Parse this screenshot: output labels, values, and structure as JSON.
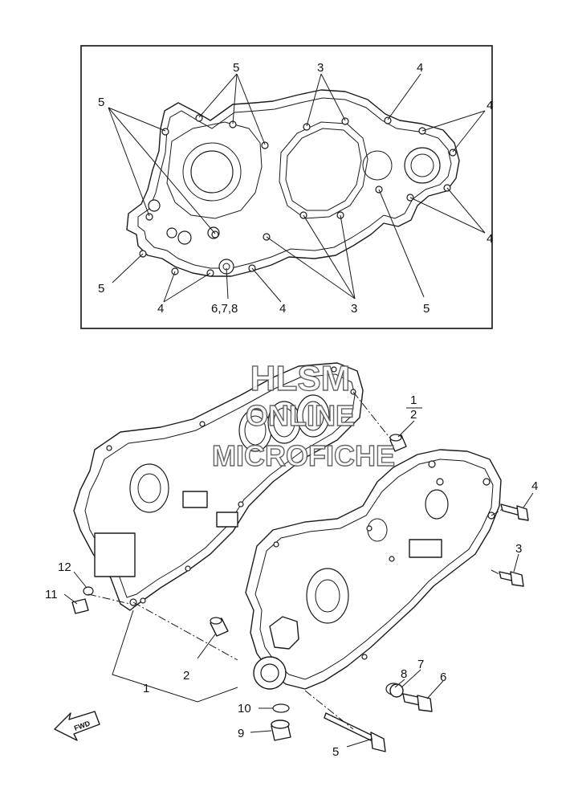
{
  "watermark": {
    "line1": "HLSM",
    "line2": "ONLINE",
    "line3": "MICROFICHE"
  },
  "fwd_label": "FWD",
  "callouts": {
    "inset": {
      "top_5": "5",
      "top_3": "3",
      "top_4": "4",
      "left_5": "5",
      "right_4_upper": "4",
      "right_4_lower": "4",
      "left_5_lower": "5",
      "bottom_4_left": "4",
      "bottom_678": "6,7,8",
      "bottom_4_mid": "4",
      "bottom_3": "3",
      "bottom_5": "5"
    },
    "main": {
      "c1_top": "1",
      "c2_top": "2",
      "c4": "4",
      "c3": "3",
      "c12": "12",
      "c11": "11",
      "c8": "8",
      "c7": "7",
      "c6": "6",
      "c2_bottom": "2",
      "c1_bottom": "1",
      "c10": "10",
      "c9": "9",
      "c5": "5"
    }
  }
}
